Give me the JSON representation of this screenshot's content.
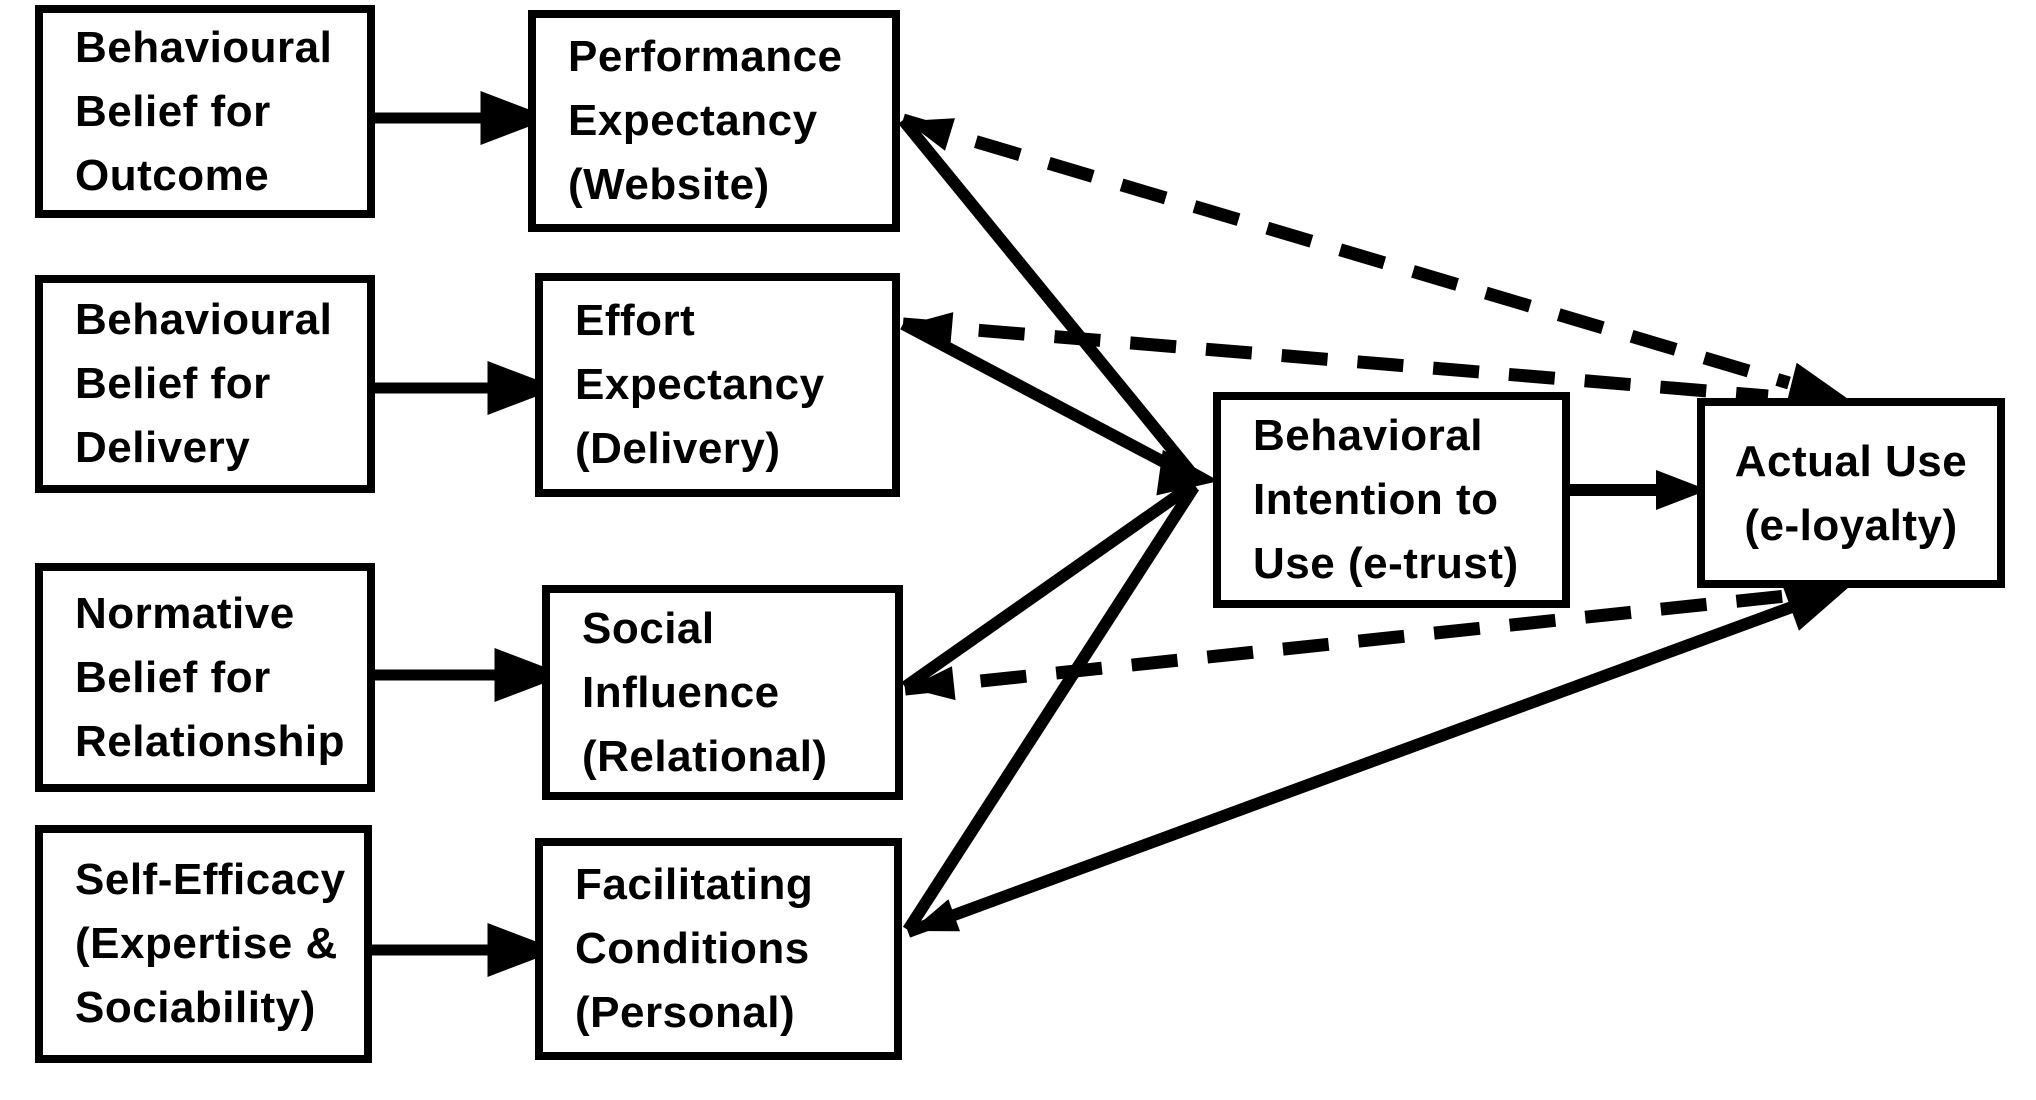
{
  "diagram": {
    "background_color": "#ffffff",
    "line_color": "#000000",
    "boxes": {
      "bb_outcome": {
        "label": "Behavioural\nBelief for\nOutcome"
      },
      "bb_delivery": {
        "label": "Behavioural\nBelief for\nDelivery"
      },
      "norm_belief": {
        "label": "Normative\nBelief for\nRelationship"
      },
      "self_efficacy": {
        "label": "Self-Efficacy\n(Expertise &\nSociability)"
      },
      "perf_expect": {
        "label": "Performance\nExpectancy\n(Website)"
      },
      "effort_expect": {
        "label": "Effort\nExpectancy\n(Delivery)"
      },
      "social_infl": {
        "label": "Social\nInfluence\n(Relational)"
      },
      "facil_cond": {
        "label": "Facilitating\nConditions\n(Personal)"
      },
      "behav_intent": {
        "label": "Behavioral\nIntention to\nUse (e-trust)"
      },
      "actual_use": {
        "label": "Actual Use\n(e-loyalty)"
      }
    },
    "edges": [
      {
        "from": "Behavioural Belief for Outcome",
        "to": "Performance Expectancy (Website)",
        "style": "solid"
      },
      {
        "from": "Behavioural Belief for Delivery",
        "to": "Effort Expectancy (Delivery)",
        "style": "solid"
      },
      {
        "from": "Normative Belief for Relationship",
        "to": "Social Influence (Relational)",
        "style": "solid"
      },
      {
        "from": "Self-Efficacy (Expertise & Sociability)",
        "to": "Facilitating Conditions (Personal)",
        "style": "solid"
      },
      {
        "from": "Performance Expectancy (Website)",
        "to": "Behavioral Intention to Use (e-trust)",
        "style": "solid"
      },
      {
        "from": "Effort Expectancy (Delivery)",
        "to": "Behavioral Intention to Use (e-trust)",
        "style": "solid"
      },
      {
        "from": "Social Influence (Relational)",
        "to": "Behavioral Intention to Use (e-trust)",
        "style": "solid"
      },
      {
        "from": "Facilitating Conditions (Personal)",
        "to": "Behavioral Intention to Use (e-trust)",
        "style": "solid"
      },
      {
        "from": "Performance Expectancy (Website)",
        "to": "Actual Use (e-loyalty)",
        "style": "dashed"
      },
      {
        "from": "Effort Expectancy (Delivery)",
        "to": "Actual Use (e-loyalty)",
        "style": "dashed"
      },
      {
        "from": "Social Influence (Relational)",
        "to": "Actual Use (e-loyalty)",
        "style": "dashed"
      },
      {
        "from": "Facilitating Conditions (Personal)",
        "to": "Actual Use (e-loyalty)",
        "style": "solid"
      },
      {
        "from": "Behavioral Intention to Use (e-trust)",
        "to": "Actual Use (e-loyalty)",
        "style": "solid"
      }
    ]
  }
}
